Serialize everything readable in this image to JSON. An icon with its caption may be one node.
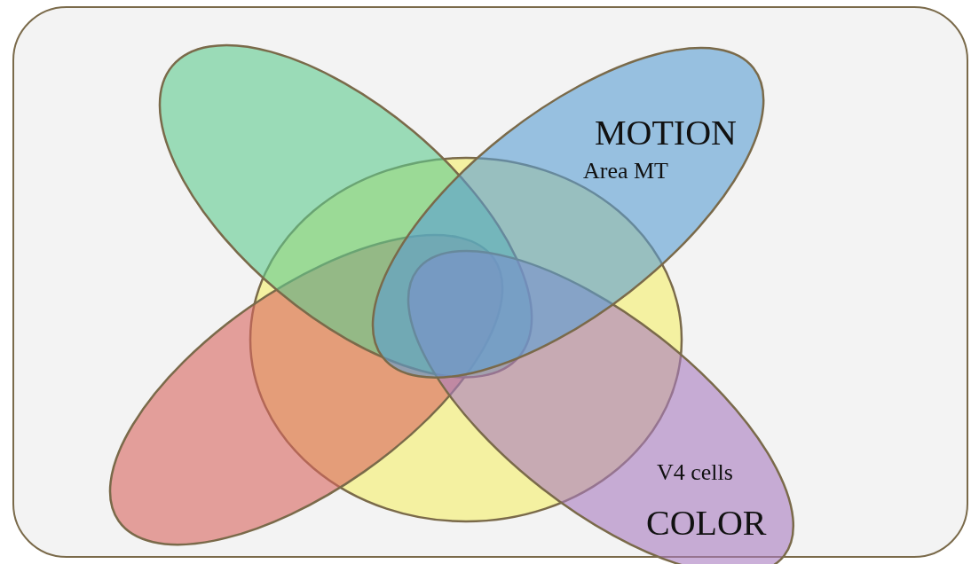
{
  "diagram": {
    "nodes": [
      {
        "text": [],
        "shape": "ellipse"
      },
      {
        "text": [
          "MOTION",
          "Area MT"
        ]
      },
      {
        "text": [],
        "shape": "ellipse"
      },
      {
        "text": [],
        "shape": "ellipse"
      },
      {
        "text": [
          "V4 cells",
          "COLOR"
        ]
      }
    ]
  }
}
